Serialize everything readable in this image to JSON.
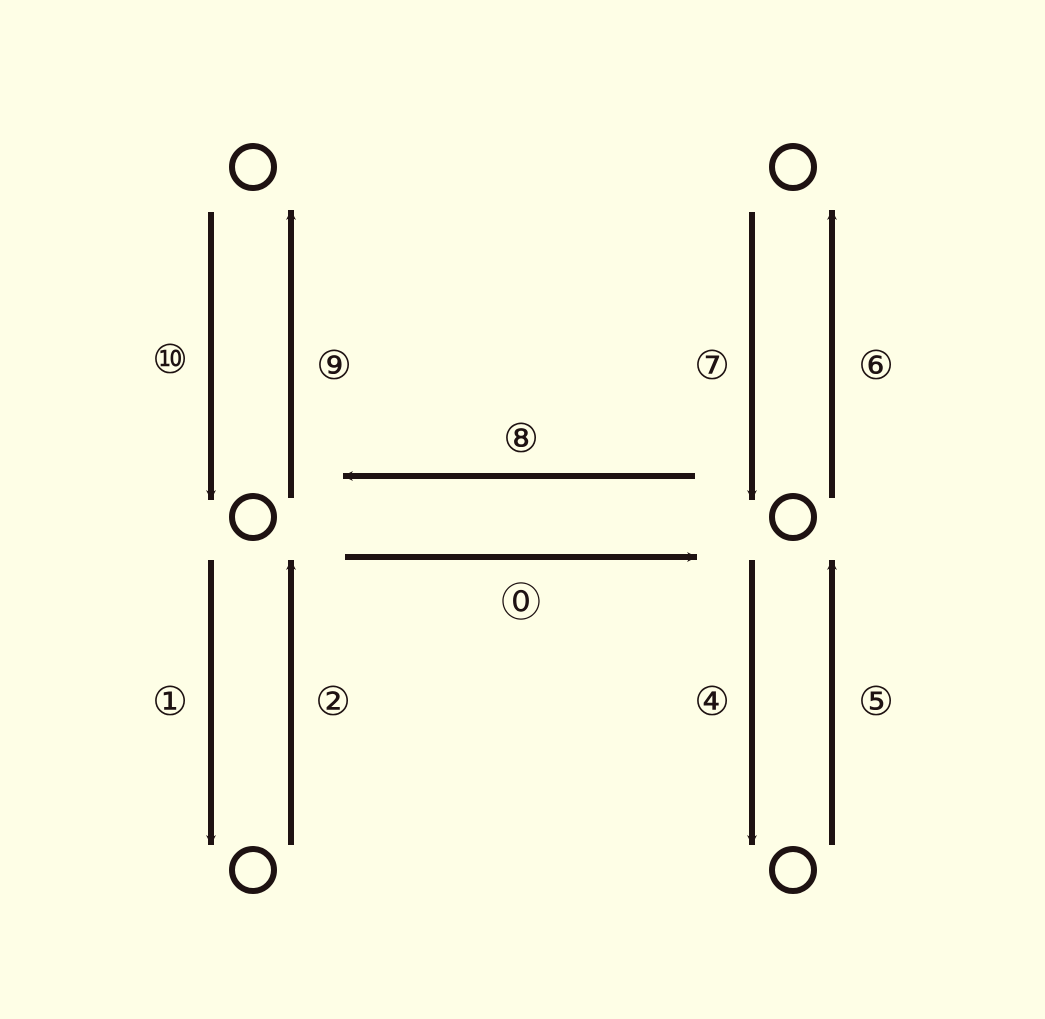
{
  "colors": {
    "background": "#fefee6",
    "ink": "#1e1212"
  },
  "nodes": [
    {
      "id": "left-top"
    },
    {
      "id": "left-middle"
    },
    {
      "id": "left-bottom"
    },
    {
      "id": "right-top"
    },
    {
      "id": "right-middle"
    },
    {
      "id": "right-bottom"
    }
  ],
  "edges": [
    {
      "from": "left-middle",
      "to": "right-middle",
      "label": "⓪"
    },
    {
      "from": "left-middle",
      "to": "left-bottom",
      "label": "①"
    },
    {
      "from": "left-bottom",
      "to": "left-middle",
      "label": "②"
    },
    {
      "from": "right-middle",
      "to": "right-bottom",
      "label": "④"
    },
    {
      "from": "right-bottom",
      "to": "right-middle",
      "label": "⑤"
    },
    {
      "from": "right-middle",
      "to": "right-top",
      "label": "⑥"
    },
    {
      "from": "right-top",
      "to": "right-middle",
      "label": "⑦"
    },
    {
      "from": "right-middle",
      "to": "left-middle",
      "label": "⑧"
    },
    {
      "from": "left-middle",
      "to": "left-top",
      "label": "⑨"
    },
    {
      "from": "left-top",
      "to": "left-middle",
      "label": "⑩"
    }
  ]
}
